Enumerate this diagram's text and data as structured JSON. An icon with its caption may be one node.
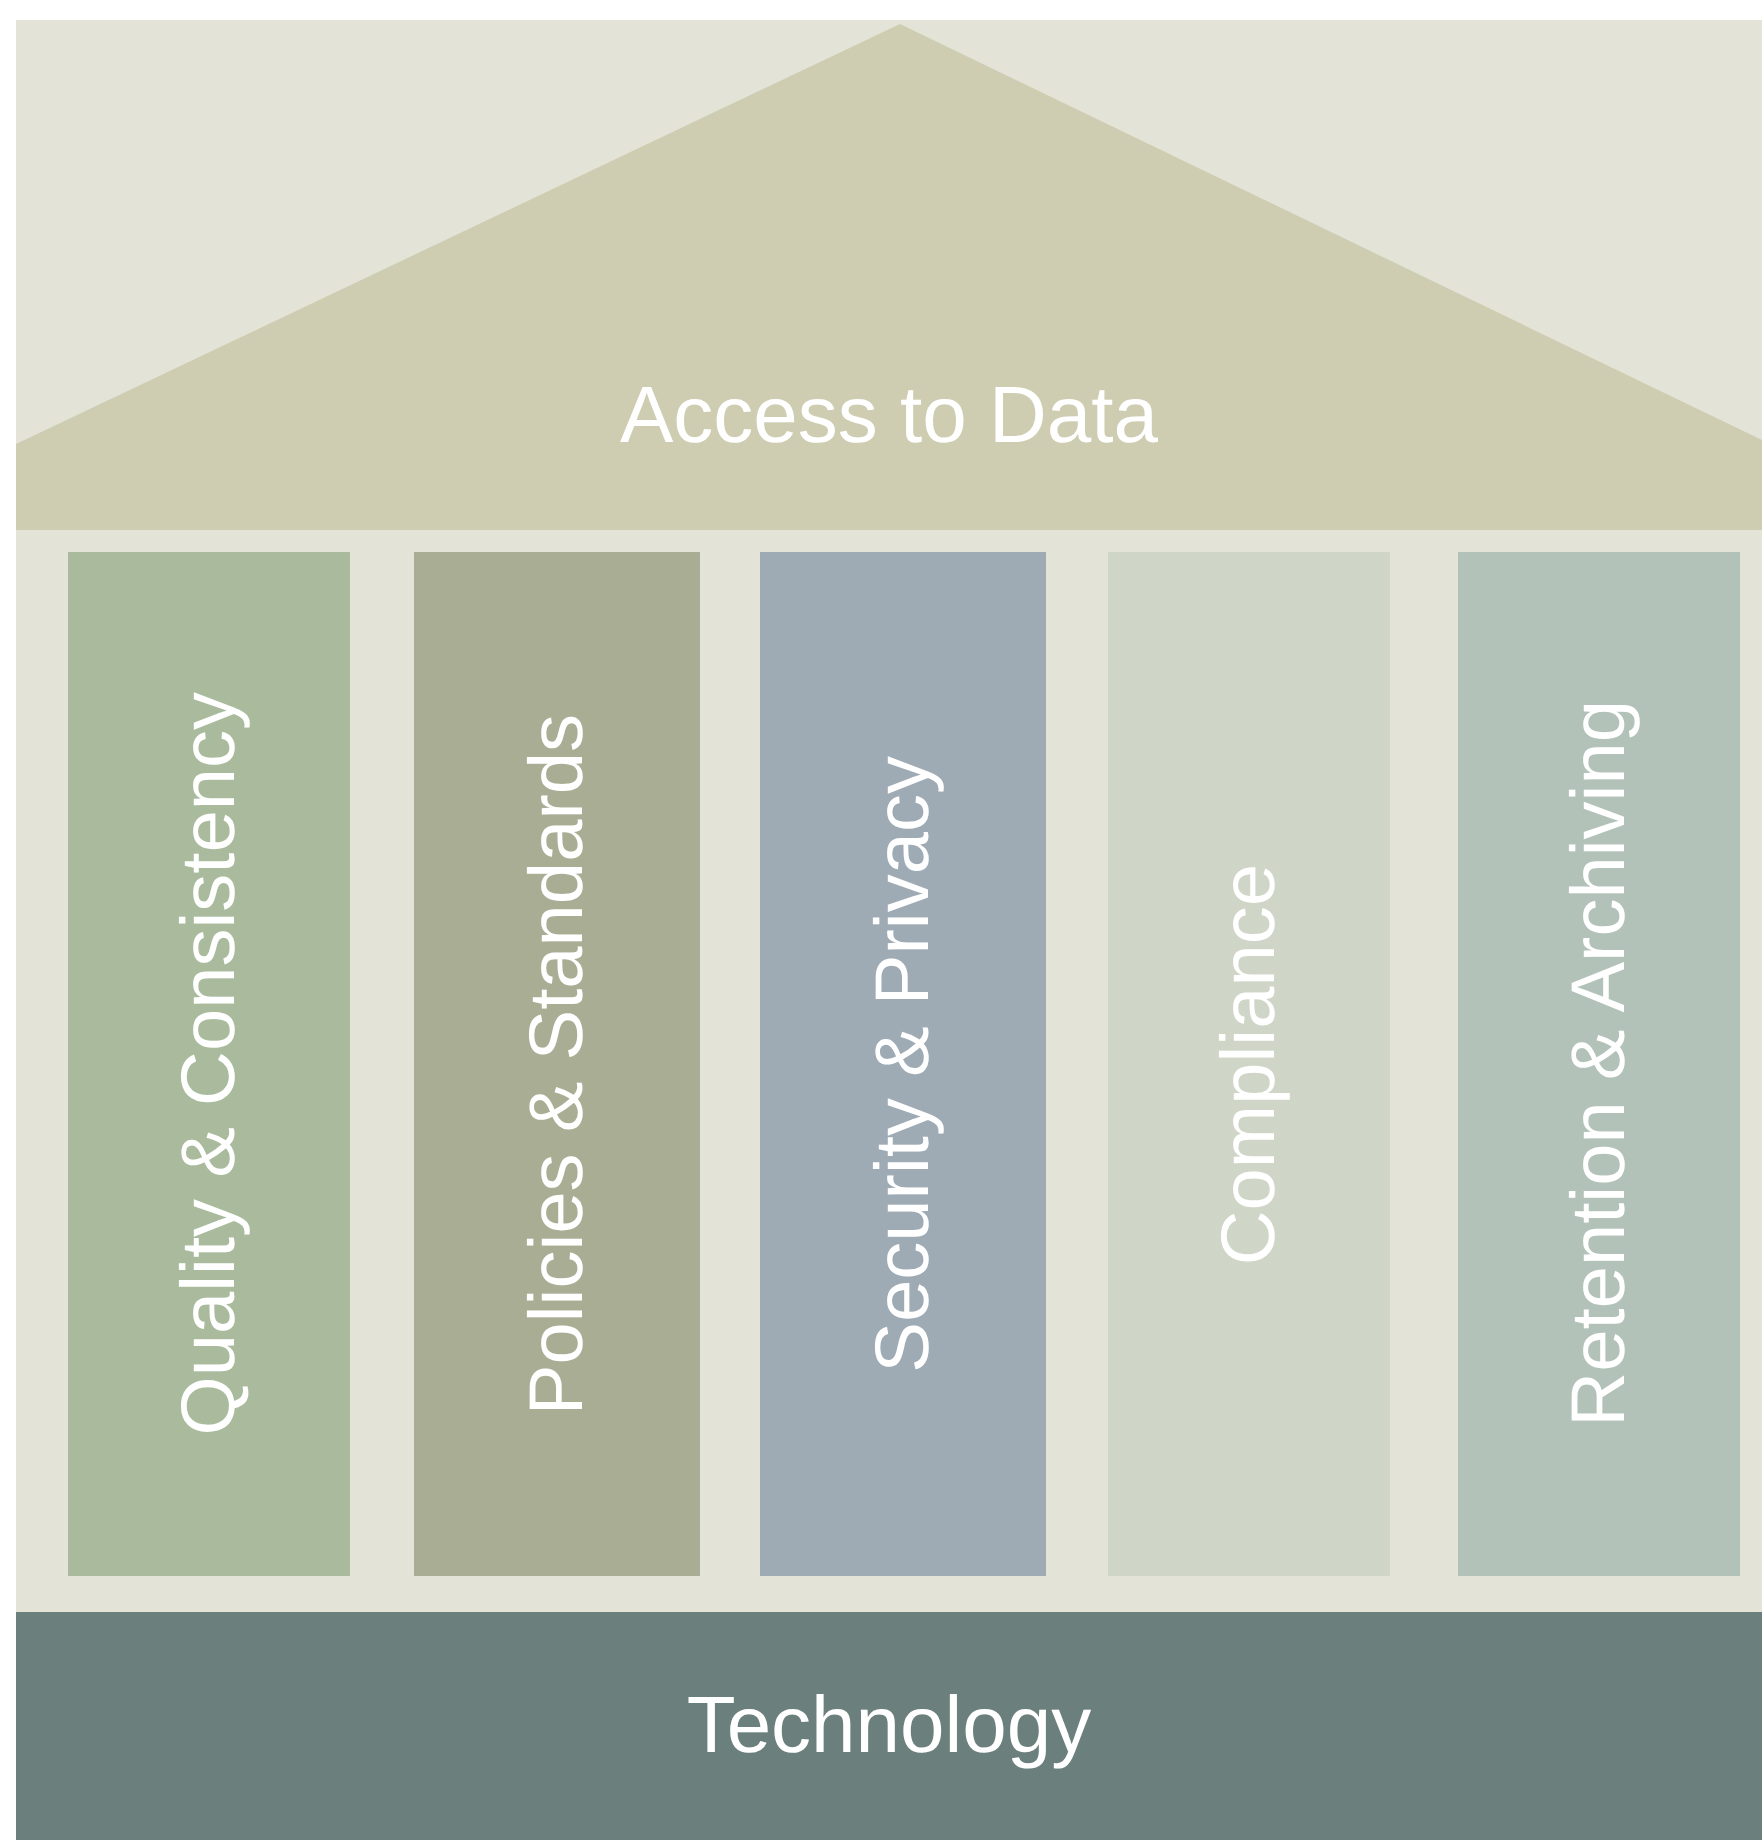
{
  "diagram": {
    "nodes": [
      {
        "text": [
          "Access to Data"
        ]
      },
      {
        "text": [
          "Quality & Consistency"
        ]
      },
      {
        "text": [
          "Policies & Standards"
        ]
      },
      {
        "text": [
          "Security & Privacy"
        ]
      },
      {
        "text": [
          "Compliance"
        ]
      },
      {
        "text": [
          "Retention & Archiving"
        ]
      },
      {
        "text": [
          "Technology"
        ]
      }
    ]
  }
}
